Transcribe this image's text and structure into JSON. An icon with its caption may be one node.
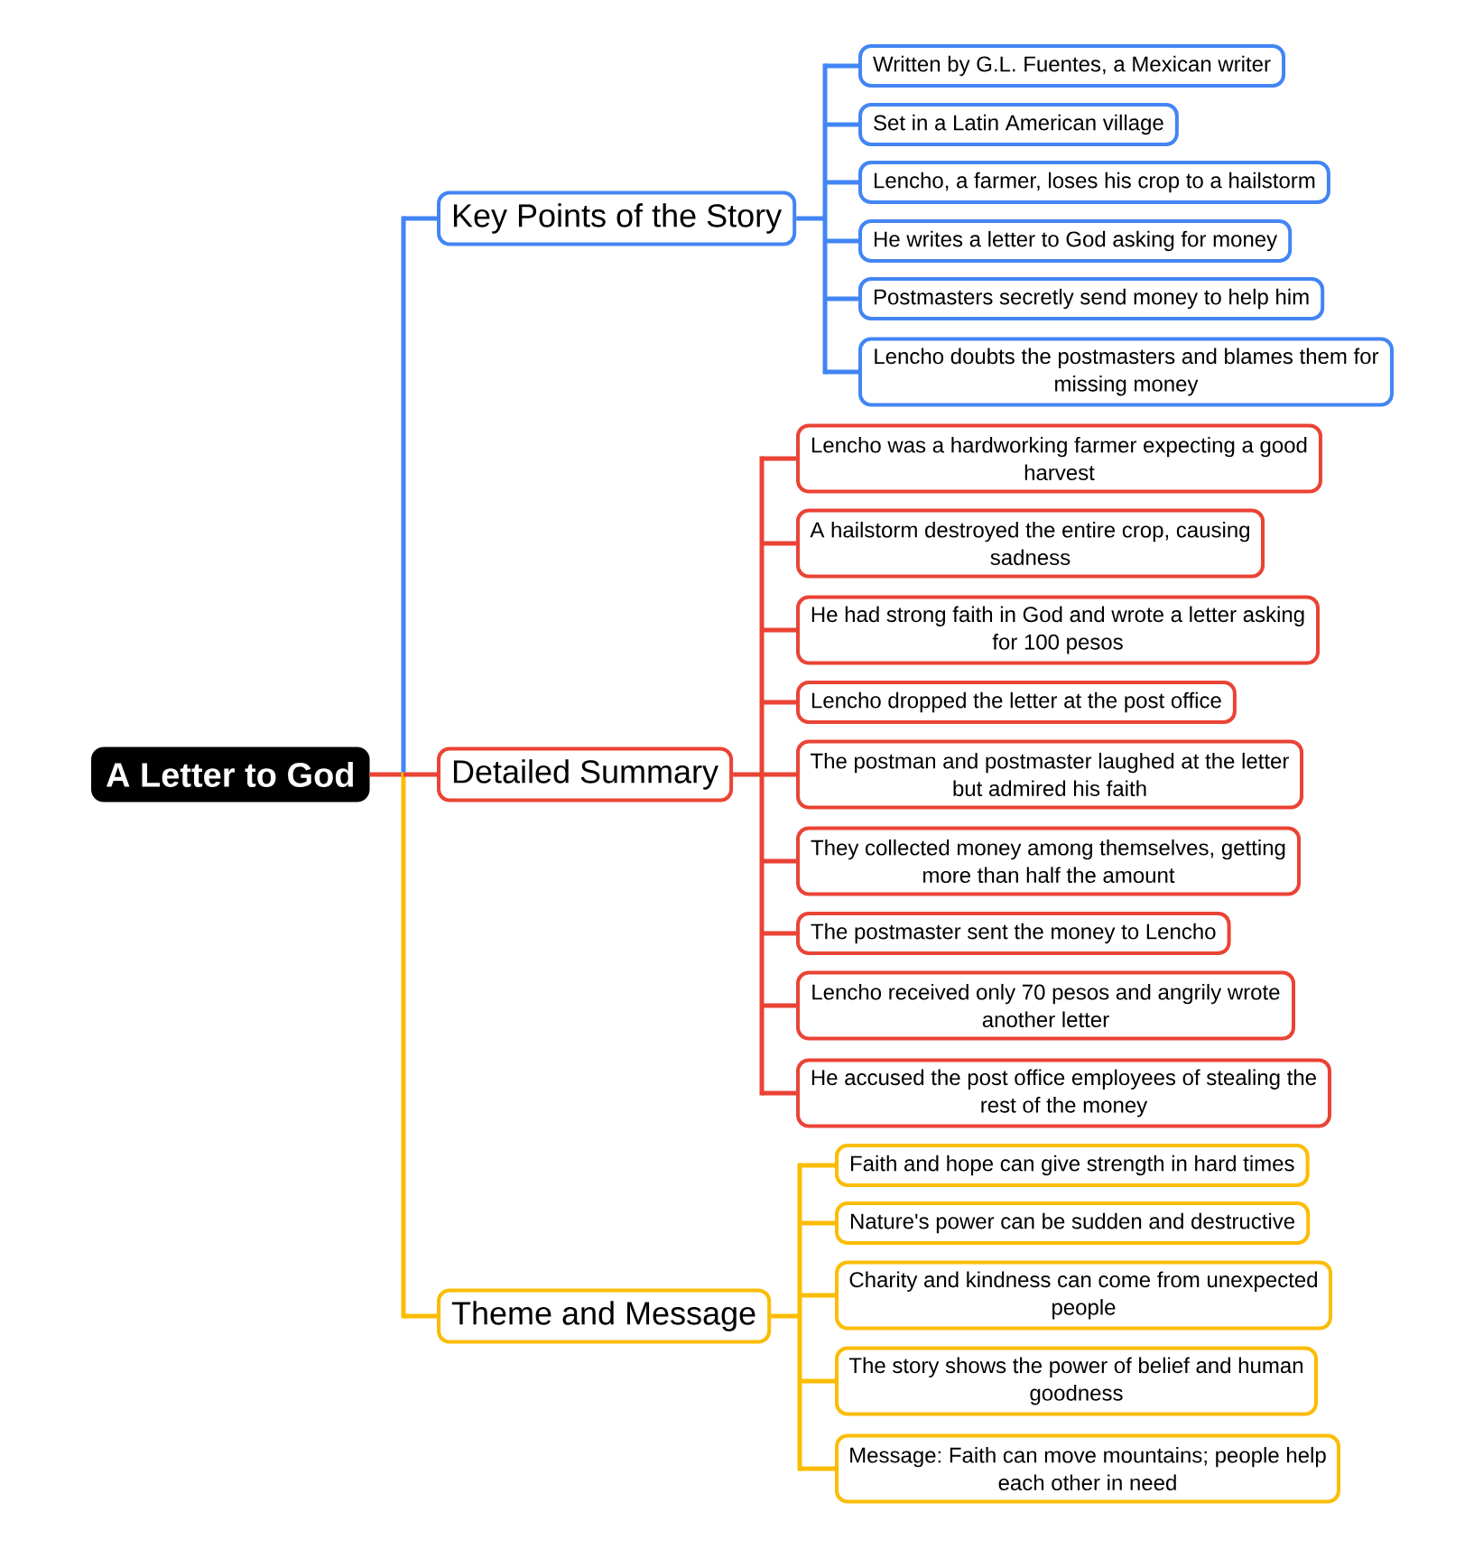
{
  "diagram": {
    "nodes": [
      {
        "text": [
          "A Letter to God"
        ]
      },
      {
        "text": [
          "Key Points of the Story"
        ]
      },
      {
        "text": [
          "Written by G.L. Fuentes, a Mexican writer"
        ]
      },
      {
        "text": [
          "Set in a Latin American village"
        ]
      },
      {
        "text": [
          "Lencho, a farmer, loses his crop to a hailstorm"
        ]
      },
      {
        "text": [
          "He writes a letter to God asking for money"
        ]
      },
      {
        "text": [
          "Postmasters secretly send money to help him"
        ]
      },
      {
        "text": [
          "Lencho doubts the postmasters and blames them for missing money"
        ]
      },
      {
        "text": [
          "Detailed Summary"
        ]
      },
      {
        "text": [
          "Lencho was a hardworking farmer expecting a good harvest"
        ]
      },
      {
        "text": [
          "A hailstorm destroyed the entire crop, causing sadness"
        ]
      },
      {
        "text": [
          "He had strong faith in God and wrote a letter asking for 100 pesos"
        ]
      },
      {
        "text": [
          "Lencho dropped the letter at the post office"
        ]
      },
      {
        "text": [
          "The postman and postmaster laughed at the letter but admired his faith"
        ]
      },
      {
        "text": [
          "They collected money among themselves, getting more than half the amount"
        ]
      },
      {
        "text": [
          "The postmaster sent the money to Lencho"
        ]
      },
      {
        "text": [
          "Lencho received only 70 pesos and angrily wrote another letter"
        ]
      },
      {
        "text": [
          "He accused the post office employees of stealing the rest of the money"
        ]
      },
      {
        "text": [
          "Theme and Message"
        ]
      },
      {
        "text": [
          "Faith and hope can give strength in hard times"
        ]
      },
      {
        "text": [
          "Nature's power can be sudden and destructive"
        ]
      },
      {
        "text": [
          "Charity and kindness can come from unexpected people"
        ]
      },
      {
        "text": [
          "The story shows the power of belief and human goodness"
        ]
      },
      {
        "text": [
          "Message: Faith can move mountains; people help each other in need"
        ]
      }
    ],
    "edges": [
      {
        "from": 0,
        "to": 1,
        "arrow": "none",
        "color": "#4285f4"
      },
      {
        "from": 0,
        "to": 8,
        "arrow": "none"
      },
      {
        "from": 0,
        "to": 18,
        "arrow": "none",
        "color": "#fbbc04"
      },
      {
        "from": 1,
        "to": 2,
        "arrow": "none",
        "color": "#4285f4"
      },
      {
        "from": 1,
        "to": 3,
        "arrow": "none",
        "color": "#4285f4"
      },
      {
        "from": 1,
        "to": 4,
        "arrow": "none",
        "color": "#4285f4"
      },
      {
        "from": 1,
        "to": 5,
        "arrow": "none",
        "color": "#4285f4"
      },
      {
        "from": 1,
        "to": 6,
        "arrow": "none",
        "color": "#4285f4"
      },
      {
        "from": 1,
        "to": 7,
        "arrow": "none",
        "color": "#4285f4"
      },
      {
        "from": 8,
        "to": 9,
        "arrow": "none"
      },
      {
        "from": 8,
        "to": 10,
        "arrow": "none"
      },
      {
        "from": 8,
        "to": 11,
        "arrow": "none"
      },
      {
        "from": 8,
        "to": 12,
        "arrow": "none"
      },
      {
        "from": 8,
        "to": 13,
        "arrow": "none"
      },
      {
        "from": 8,
        "to": 14,
        "arrow": "none"
      },
      {
        "from": 8,
        "to": 15,
        "arrow": "none"
      },
      {
        "from": 8,
        "to": 16,
        "arrow": "none"
      },
      {
        "from": 8,
        "to": 17,
        "arrow": "none"
      },
      {
        "from": 18,
        "to": 19,
        "arrow": "none",
        "color": "#fbbc04"
      },
      {
        "from": 18,
        "to": 20,
        "arrow": "none",
        "color": "#fbbc04"
      },
      {
        "from": 18,
        "to": 21,
        "arrow": "none",
        "color": "#fbbc04"
      },
      {
        "from": 18,
        "to": 22,
        "arrow": "none",
        "color": "#fbbc04"
      },
      {
        "from": 18,
        "to": 23,
        "arrow": "none",
        "color": "#fbbc04"
      }
    ]
  }
}
